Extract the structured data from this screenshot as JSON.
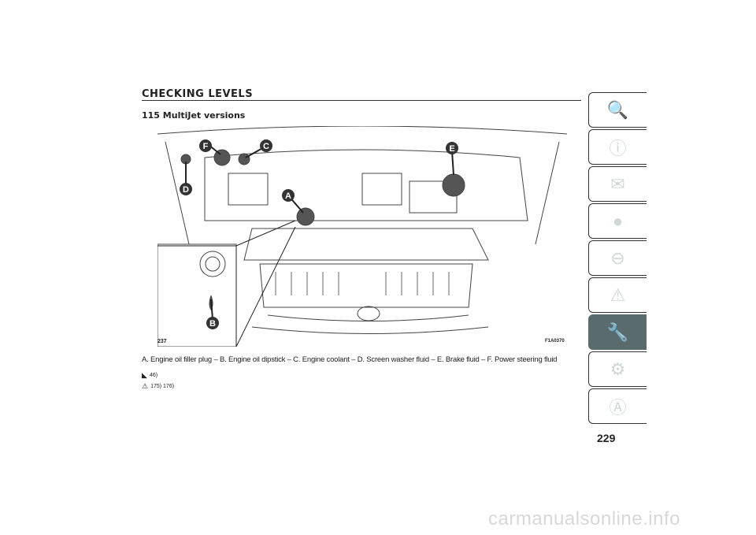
{
  "header": {
    "title": "CHECKING LEVELS",
    "subtitle": "115 MultiJet versions"
  },
  "figure": {
    "number": "237",
    "code": "F1A0370",
    "labels": [
      "A",
      "B",
      "C",
      "D",
      "E",
      "F"
    ]
  },
  "caption": "A. Engine oil filler plug – B. Engine oil dipstick – C. Engine coolant – D. Screen washer fluid – E. Brake fluid – F. Power steering fluid",
  "refs": [
    {
      "icon": "environment-warning-icon",
      "text": "46)"
    },
    {
      "icon": "warning-triangle-icon",
      "text": "175) 176)"
    }
  ],
  "tabs": [
    {
      "icon": "car-search-icon"
    },
    {
      "icon": "car-info-icon"
    },
    {
      "icon": "lights-message-icon"
    },
    {
      "icon": "airbag-seat-icon"
    },
    {
      "icon": "key-steering-icon"
    },
    {
      "icon": "car-warning-icon"
    },
    {
      "icon": "car-maintenance-icon",
      "active": true
    },
    {
      "icon": "specs-gear-icon"
    },
    {
      "icon": "index-search-icon"
    }
  ],
  "page_number": "229",
  "watermark": "carmanualsonline.info"
}
